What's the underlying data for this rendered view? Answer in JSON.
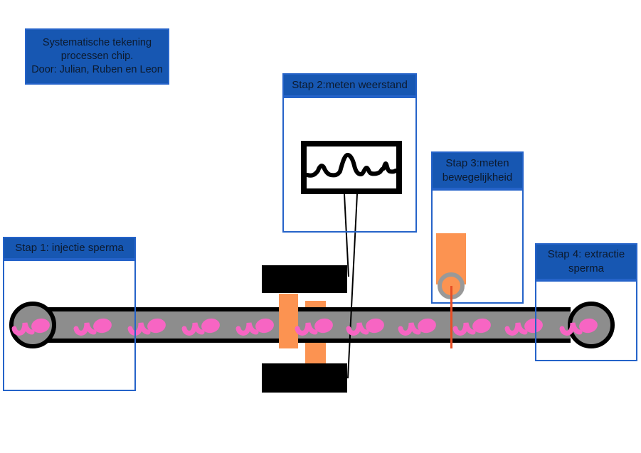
{
  "title_box": {
    "lines": [
      "Systematische tekening",
      "processen chip.",
      "Door: Julian, Ruben en Leon"
    ]
  },
  "steps": [
    {
      "id": "step1",
      "label": "Stap 1: injectie sperma"
    },
    {
      "id": "step2",
      "label": "Stap 2:meten weerstand"
    },
    {
      "id": "step3",
      "label": "Stap 3:meten bewegelijkheid"
    },
    {
      "id": "step4",
      "label": "Stap 4: extractie sperma"
    }
  ],
  "channel": {
    "sperm_count": 11,
    "sperm_x": [
      45,
      132,
      208,
      284,
      360,
      443,
      515,
      588,
      665,
      738,
      815
    ]
  },
  "colors": {
    "box-blue": "#1757b2",
    "box-border-blue": "#2563c9",
    "label-text": "#0c1a2e",
    "channel-gray": "#8d8d8d",
    "sperm-pink": "#f765c3",
    "electrode-orange": "#fc9351",
    "probe-ring-gray": "#999999",
    "probe-line-red": "#e84e25",
    "ink-black": "#000000"
  }
}
